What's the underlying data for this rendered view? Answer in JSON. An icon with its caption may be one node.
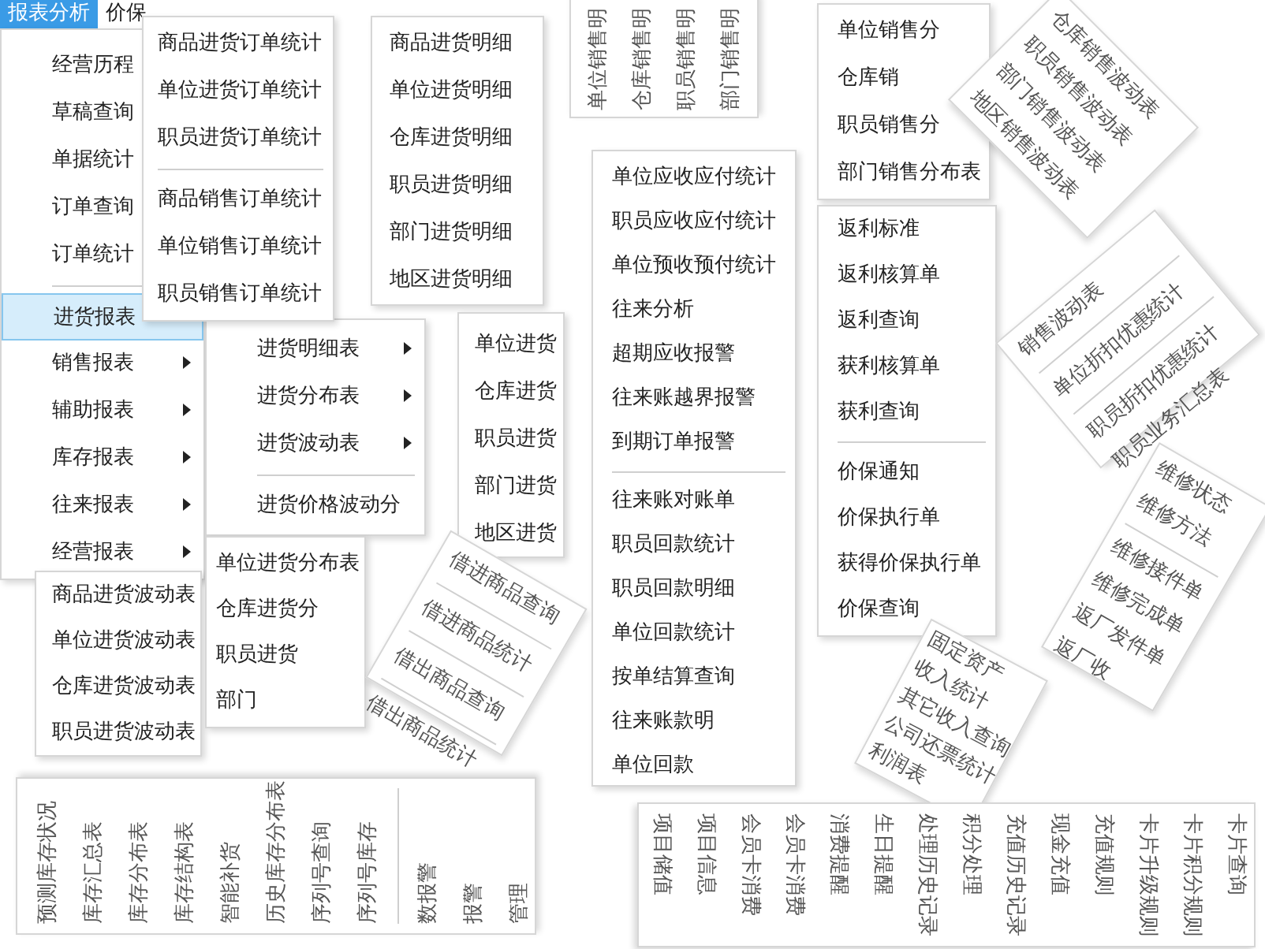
{
  "diagram": {
    "nodes": [
      {
        "text": [
          "报表分析",
          "价保"
        ]
      },
      {
        "text": [
          "经营历程",
          "草稿查询",
          "单据统计",
          "订单查询",
          "订单统计",
          "进货报表",
          "销售报表",
          "辅助报表",
          "库存报表",
          "往来报表",
          "经营报表"
        ]
      },
      {
        "text": [
          "进货明细表",
          "进货分布表",
          "进货波动表",
          "进货价格波动分"
        ]
      },
      {
        "text": [
          "商品进货订单统计",
          "单位进货订单统计",
          "职员进货订单统计",
          "商品销售订单统计",
          "单位销售订单统计",
          "职员销售订单统计"
        ]
      },
      {
        "text": [
          "商品进货明细",
          "单位进货明细",
          "仓库进货明细",
          "职员进货明细",
          "部门进货明细",
          "地区进货明细"
        ]
      },
      {
        "text": [
          "单位进货",
          "仓库进货",
          "职员进货",
          "部门进货",
          "地区进货"
        ]
      },
      {
        "text": [
          "商品进货波动表",
          "单位进货波动表",
          "仓库进货波动表",
          "职员进货波动表"
        ]
      },
      {
        "text": [
          "单位进货分布表",
          "仓库进货分",
          "职员进货",
          "部门"
        ]
      },
      {
        "text": [
          "借进商品查询",
          "借进商品统计",
          "借出商品查询",
          "借出商品统计"
        ]
      },
      {
        "text": [
          "单位销售明",
          "仓库销售明",
          "职员销售明",
          "部门销售明"
        ]
      },
      {
        "text": [
          "单位应收应付统计",
          "职员应收应付统计",
          "单位预收预付统计",
          "往来分析",
          "超期应收报警",
          "往来账越界报警",
          "到期订单报警",
          "往来账对账单",
          "职员回款统计",
          "职员回款明细",
          "单位回款统计",
          "按单结算查询",
          "往来账款明",
          "单位回款"
        ]
      },
      {
        "text": [
          "单位销售分",
          "仓库销",
          "职员销售分",
          "部门销售分布表"
        ]
      },
      {
        "text": [
          "返利标准",
          "返利核算单",
          "返利查询",
          "获利核算单",
          "获利查询",
          "价保通知",
          "价保执行单",
          "获得价保执行单",
          "价保查询"
        ]
      },
      {
        "text": [
          "仓库销售波动表",
          "职员销售波动表",
          "部门销售波动表",
          "地区销售波动表"
        ]
      },
      {
        "text": [
          "销售波动表",
          "单位折扣优惠统计",
          "职员折扣优惠统计",
          "职员业务汇总表"
        ]
      },
      {
        "text": [
          "维修状态",
          "维修方法",
          "维修接件单",
          "维修完成单",
          "返厂发件单",
          "返厂收"
        ]
      },
      {
        "text": [
          "固定资产",
          "收入统计",
          "其它收入查询",
          "公司还票统计",
          "利润表"
        ]
      },
      {
        "text": [
          "预测库存状况",
          "库存汇总表",
          "库存分布表",
          "库存结构表",
          "智能补货",
          "历史库存分布表",
          "序列号查询",
          "序列号库存",
          "数报警",
          "报警",
          "管理"
        ]
      },
      {
        "text": [
          "项目储值",
          "项目信息",
          "会员卡消费",
          "会员卡消费",
          "消费提醒",
          "生日提醒",
          "处理历史记录",
          "积分处理",
          "充值历史记录",
          "现金充值",
          "充值规则",
          "卡片升级规则",
          "卡片积分规则",
          "卡片查询"
        ]
      }
    ]
  }
}
